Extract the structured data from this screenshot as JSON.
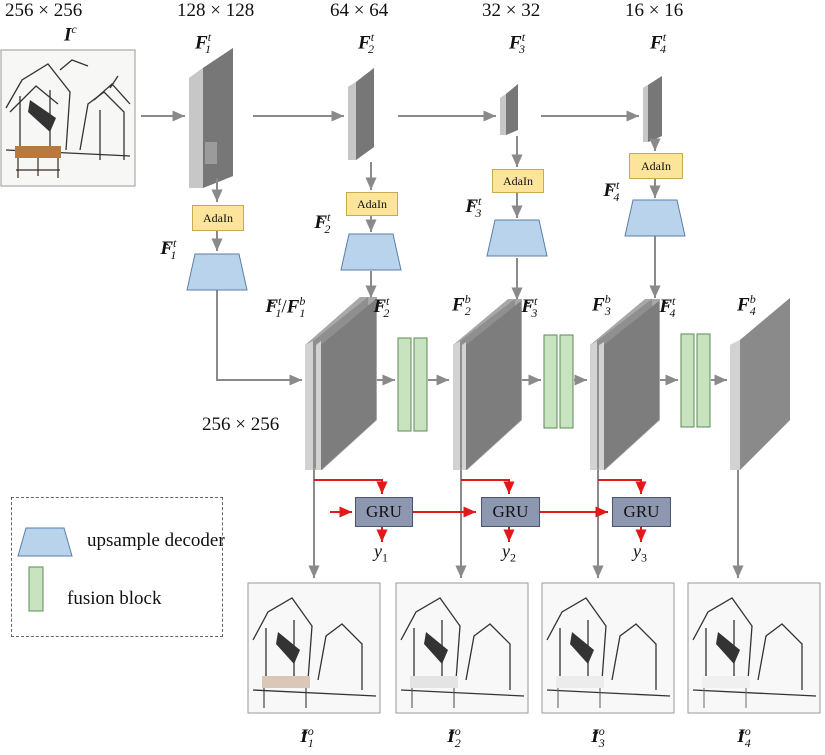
{
  "dims": {
    "input": "256 × 256",
    "f1": "128 × 128",
    "f2": "64 × 64",
    "f3": "32 × 32",
    "f4": "16 × 16",
    "decoder": "256 × 256"
  },
  "labels": {
    "input_image": "I",
    "input_image_sup": "c",
    "F": "F",
    "sup_t": "t",
    "sup_b": "b",
    "sub1": "1",
    "sub2": "2",
    "sub3": "3",
    "sub4": "4",
    "out_sup": "o",
    "slash": "/"
  },
  "blocks": {
    "adain": "AdaIn",
    "gru": "GRU",
    "y": "y"
  },
  "legend": {
    "decoder": "upsample decoder",
    "fusion": "fusion block"
  },
  "colors": {
    "adain_fill": "#fce59a",
    "decoder_fill": "#b9d3ec",
    "fusion_fill": "#c8e3bf",
    "gru_fill": "#8e97b0",
    "feature_gray": "#8c8c8c",
    "arrow_gray": "#8a8a8a",
    "arrow_red": "#e01a1a"
  }
}
